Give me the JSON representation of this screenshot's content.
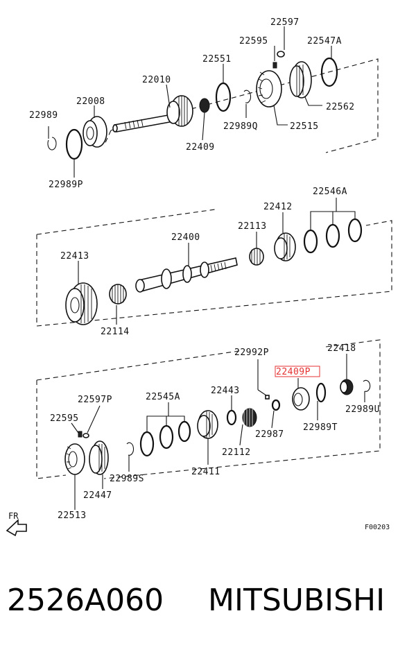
{
  "labels": {
    "p22597": "22597",
    "p22595_top": "22595",
    "p22547A": "22547A",
    "p22551": "22551",
    "p22010": "22010",
    "p22008": "22008",
    "p22989": "22989",
    "p22562": "22562",
    "p22989Q": "22989Q",
    "p22515": "22515",
    "p22409": "22409",
    "p22989P": "22989P",
    "p22546A": "22546A",
    "p22412": "22412",
    "p22113": "22113",
    "p22400": "22400",
    "p22413": "22413",
    "p22114": "22114",
    "p22992P": "22992P",
    "p22418": "22418",
    "p22409P": "22409P",
    "p22443": "22443",
    "p22545A": "22545A",
    "p22597P": "22597P",
    "p22595_bot": "22595",
    "p22989U": "22989U",
    "p22987": "22987",
    "p22989T": "22989T",
    "p22112": "22112",
    "p22411": "22411",
    "p22989S": "22989S",
    "p22447": "22447",
    "p22513": "22513",
    "fr": "FR",
    "figure_code": "F00203"
  },
  "highlight_color": "#e53030",
  "caption": {
    "part_number": "2526A060",
    "brand": "MITSUBISHI"
  }
}
